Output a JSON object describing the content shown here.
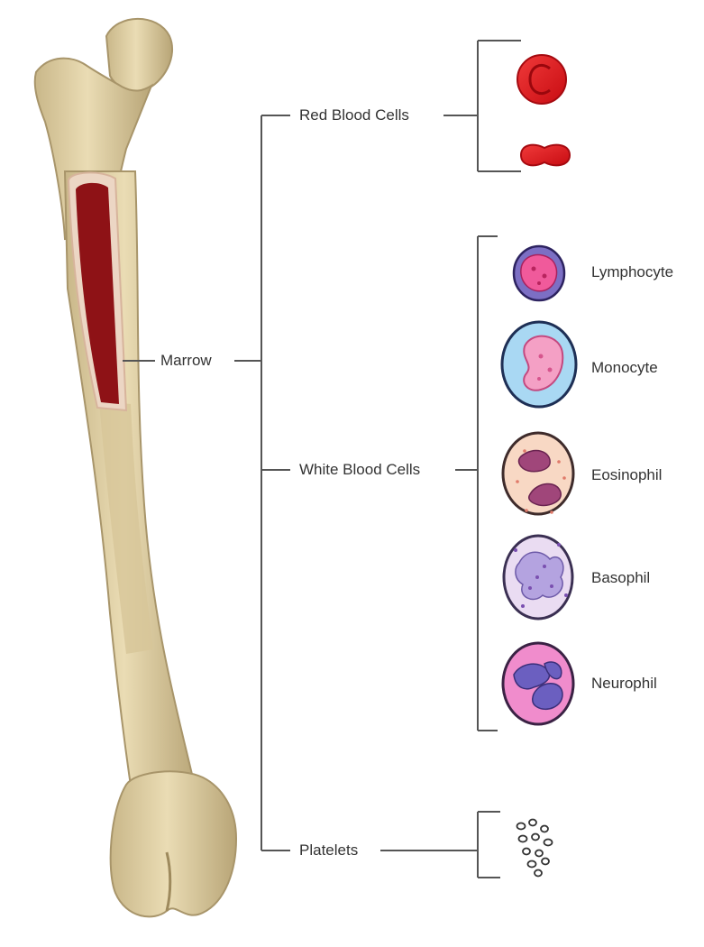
{
  "labels": {
    "marrow": "Marrow",
    "red_blood_cells": "Red Blood Cells",
    "white_blood_cells": "White Blood Cells",
    "platelets": "Platelets",
    "lymphocyte": "Lymphocyte",
    "monocyte": "Monocyte",
    "eosinophil": "Eosinophil",
    "basophil": "Basophil",
    "neurophil": "Neurophil"
  },
  "colors": {
    "bone": "#e3d3a7",
    "bone_shadow": "#b9a577",
    "marrow": "#8e1216",
    "red_cell": "#e3161d",
    "line": "#555555",
    "text": "#333333"
  }
}
